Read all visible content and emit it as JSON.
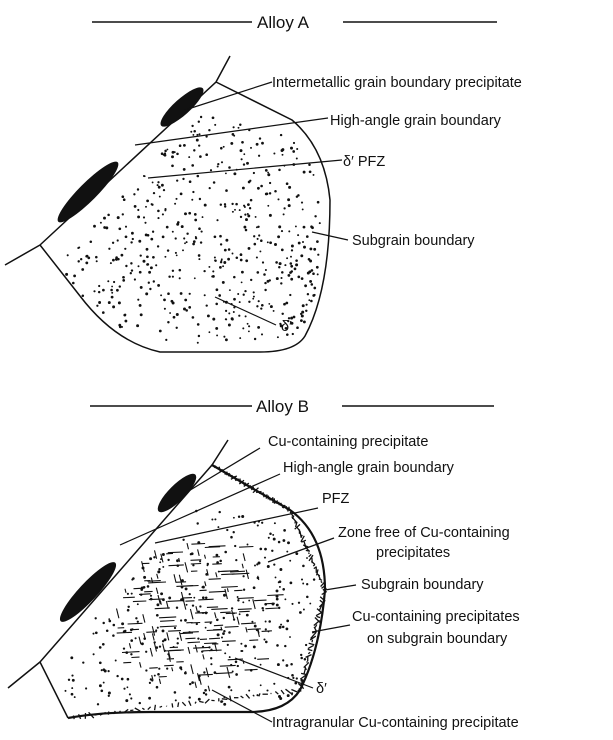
{
  "panels": [
    {
      "title": "Alloy A",
      "labels": {
        "intermetallic": "Intermetallic grain boundary precipitate",
        "high_angle": "High-angle grain boundary",
        "pfz": "δ′ PFZ",
        "subgrain": "Subgrain boundary",
        "delta": "δ′"
      }
    },
    {
      "title": "Alloy B",
      "labels": {
        "cu_precip": "Cu-containing precipitate",
        "high_angle": "High-angle grain boundary",
        "pfz": "PFZ",
        "zone_free_1": "Zone free of Cu-containing",
        "zone_free_2": "precipitates",
        "subgrain": "Subgrain boundary",
        "cu_on_sub_1": "Cu-containing precipitates",
        "cu_on_sub_2": "on subgrain boundary",
        "delta": "δ′",
        "intragranular": "Intragranular Cu-containing precipitate"
      }
    }
  ]
}
